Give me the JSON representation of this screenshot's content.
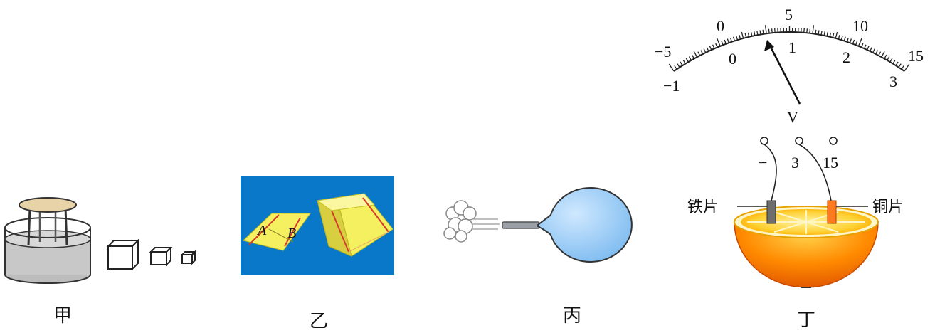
{
  "figures": {
    "jia": {
      "caption": "甲"
    },
    "yi": {
      "caption": "乙",
      "point_a": "A",
      "point_b": "B",
      "bg_color": "#0a78c8",
      "paper_color": "#f4f060"
    },
    "bing": {
      "caption": "丙",
      "balloon_color": "#8ec6f4"
    },
    "ding": {
      "caption": "丁",
      "meter_unit": "V",
      "upper_scale": [
        "−5",
        "0",
        "5",
        "10",
        "15"
      ],
      "lower_scale": [
        "−1",
        "0",
        "1",
        "2",
        "3"
      ],
      "terminals": [
        "−",
        "3",
        "15"
      ],
      "left_plate": "铁片",
      "right_plate": "铜片",
      "needle_value_3V_range": 0.65
    }
  }
}
